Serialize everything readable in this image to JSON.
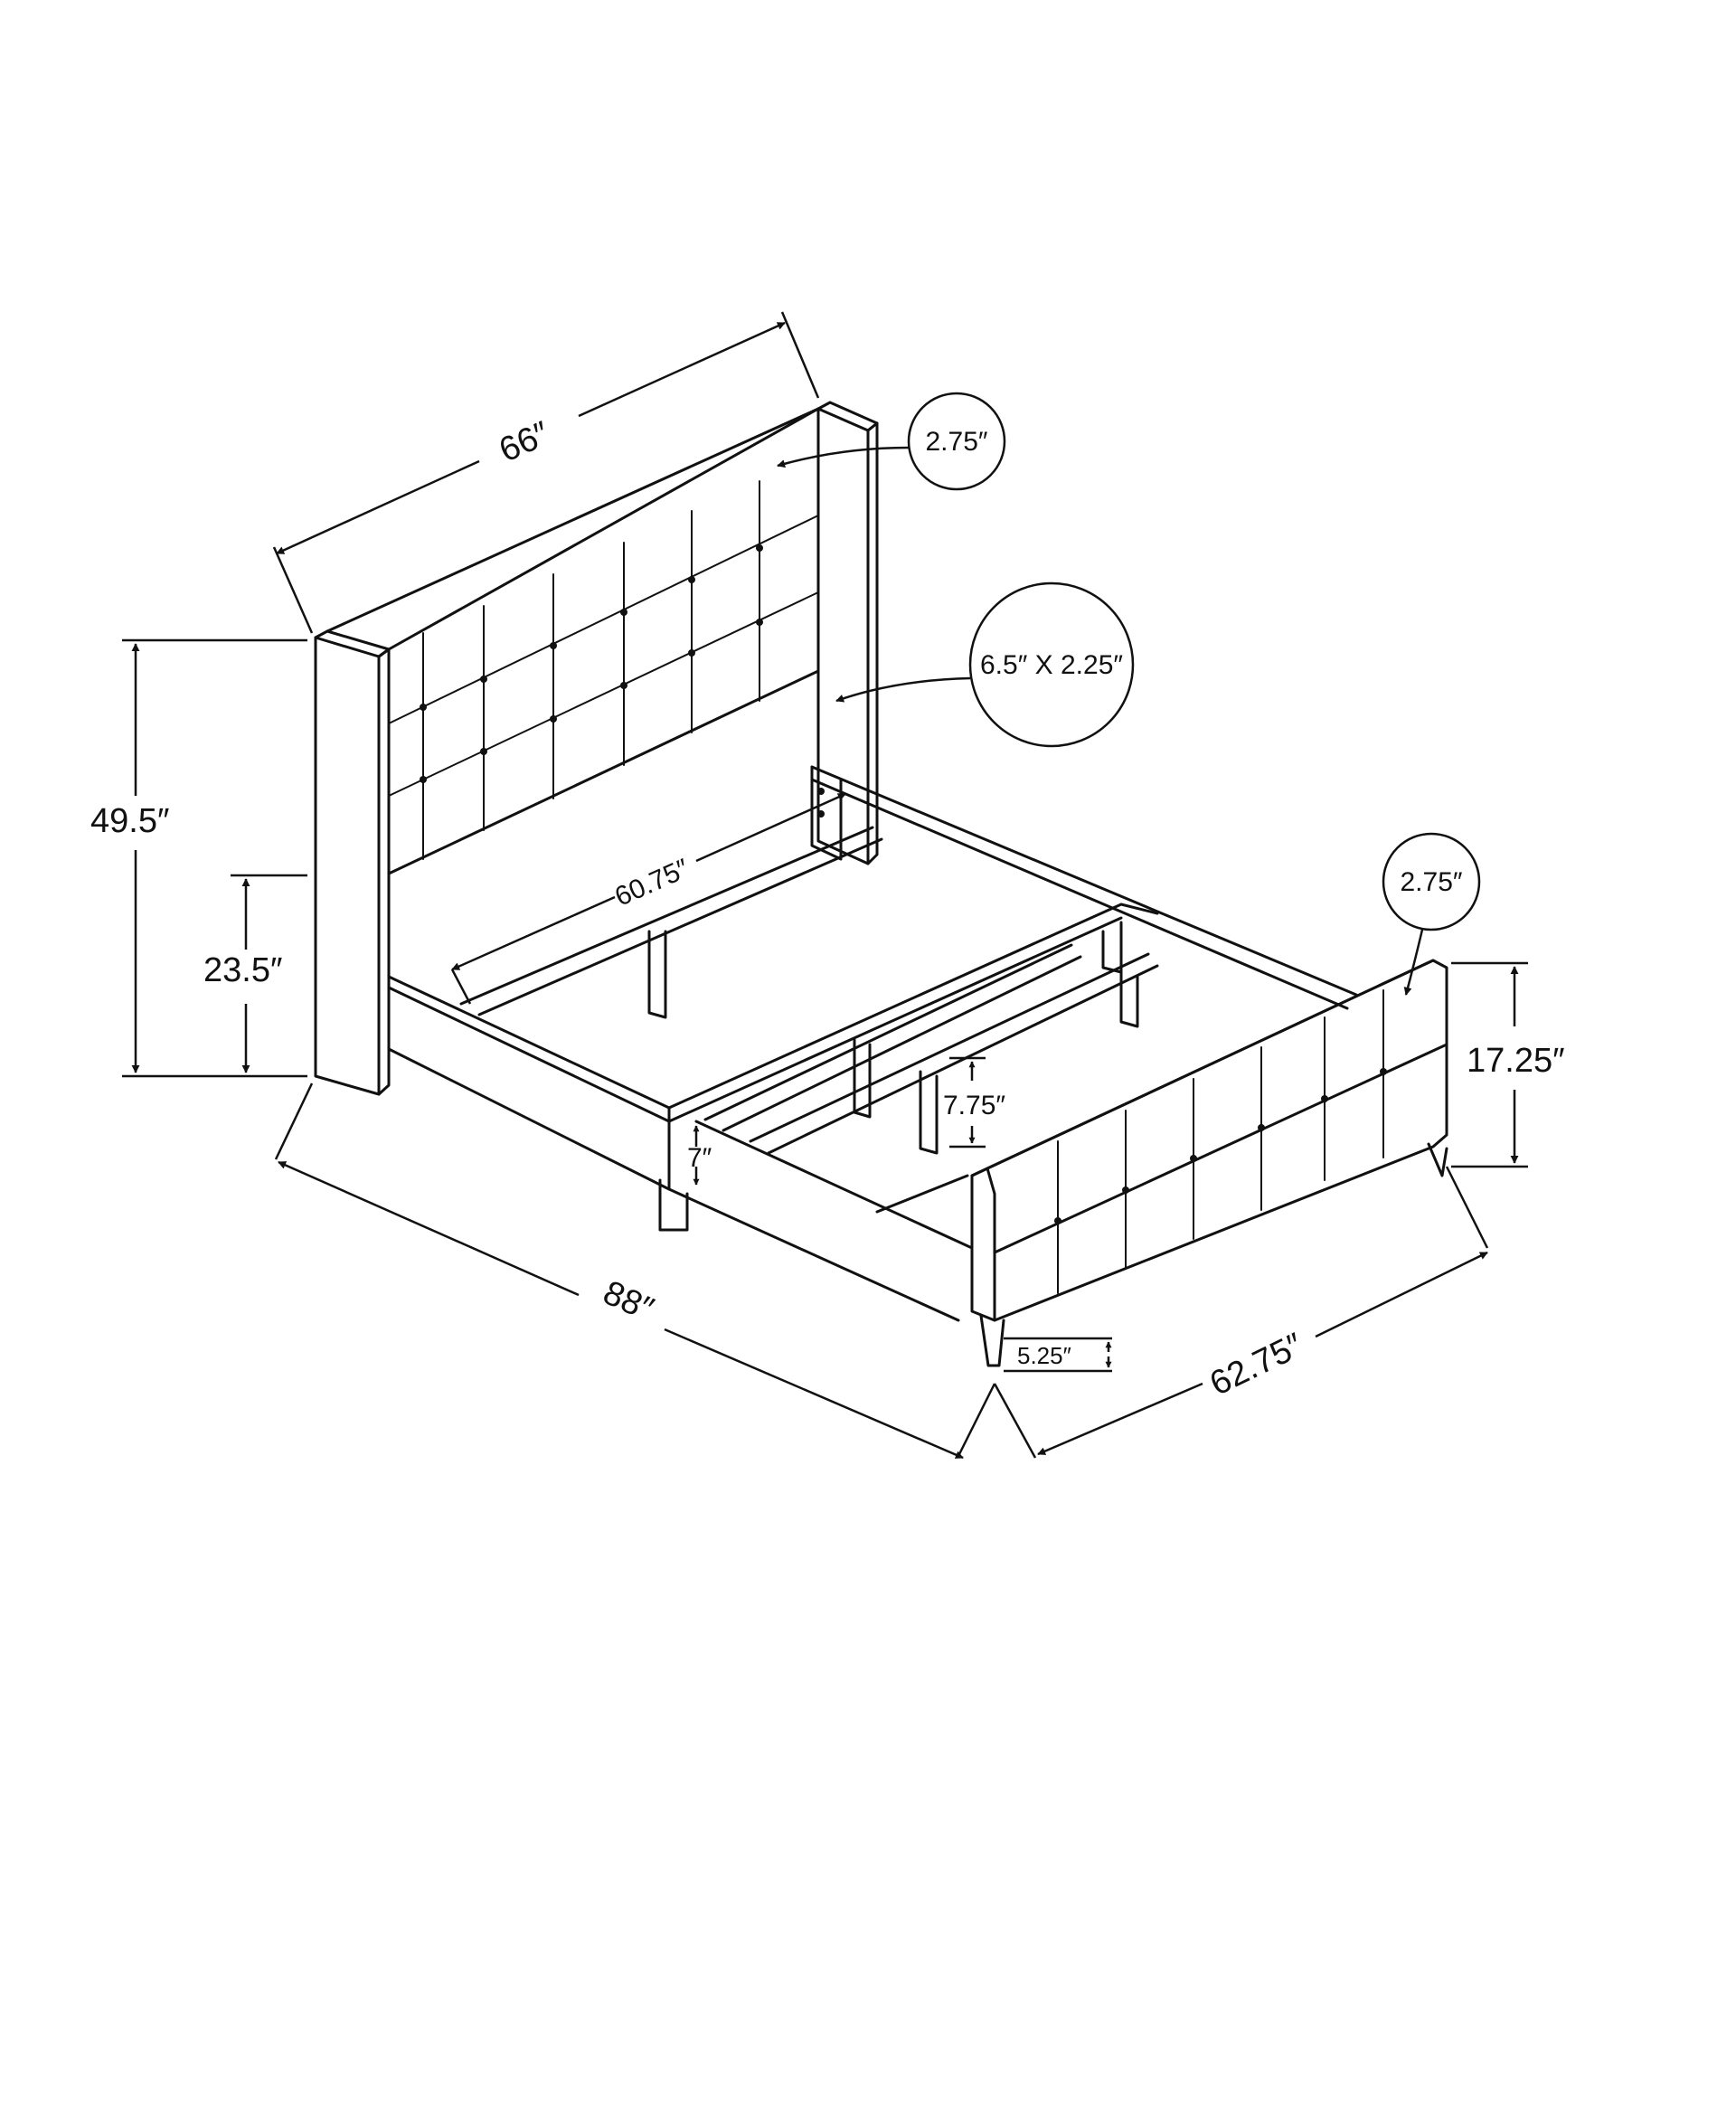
{
  "dimensions": {
    "headboard_width": "66″",
    "headboard_height": "49.5″",
    "side_rail_height": "23.5″",
    "headboard_thickness": "2.75″",
    "post_section": "6.5″ X 2.25″",
    "slat_length": "60.75″",
    "footboard_thickness": "2.75″",
    "footboard_height": "17.25″",
    "rail_depth": "7″",
    "center_leg_height": "7.75″",
    "leg_height": "5.25″",
    "overall_length": "88″",
    "overall_width": "62.75″"
  },
  "colors": {
    "line": "#111111",
    "background": "#ffffff"
  }
}
